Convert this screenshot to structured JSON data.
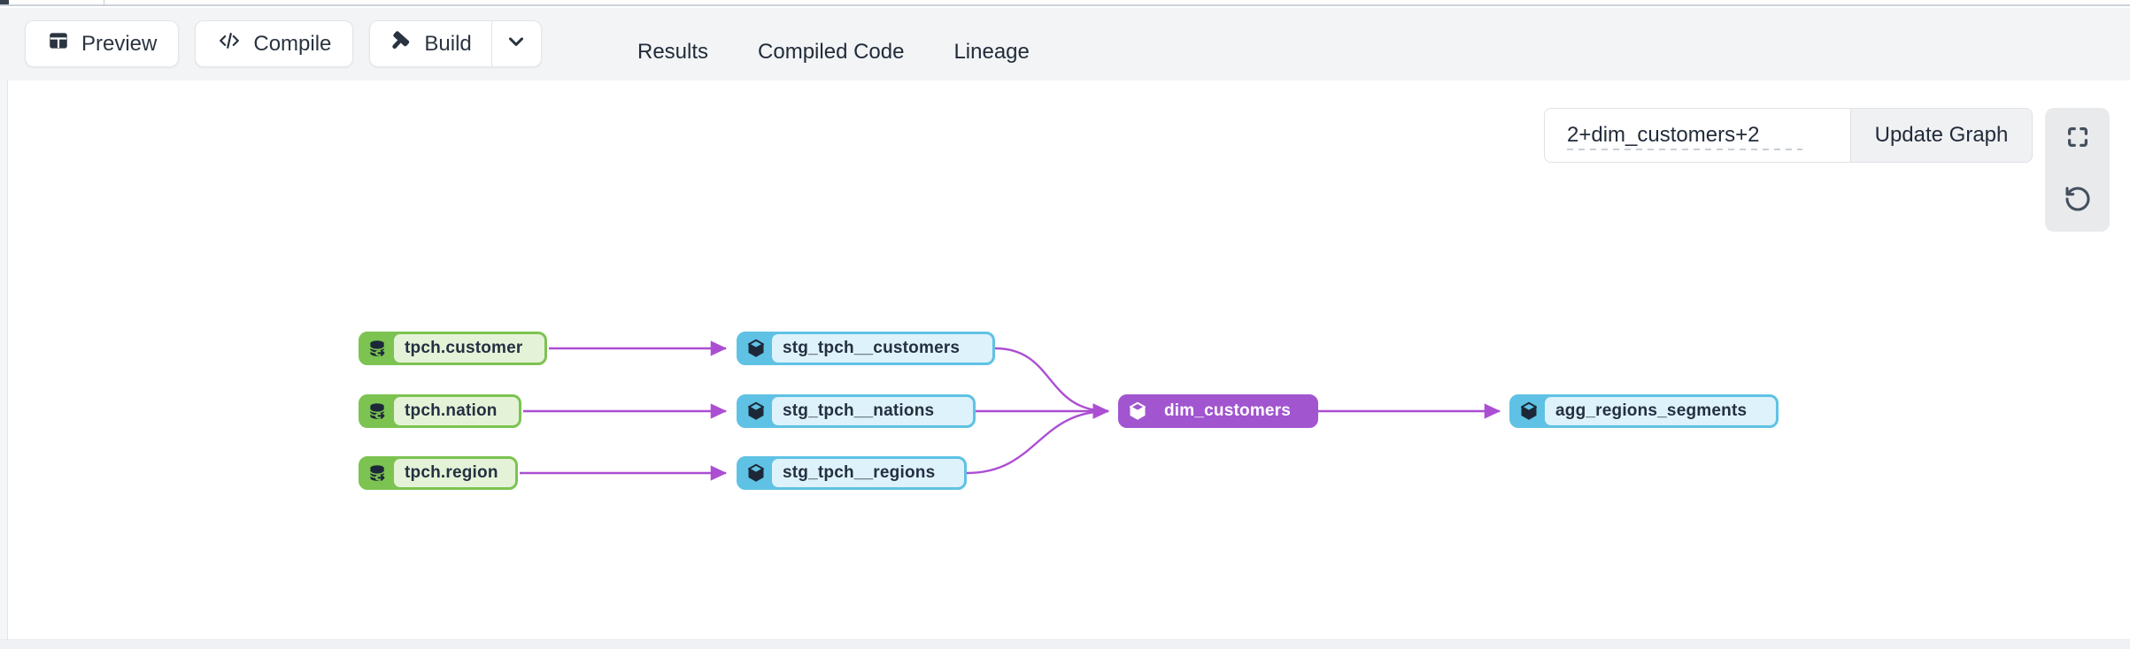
{
  "toolbar": {
    "preview_label": "Preview",
    "compile_label": "Compile",
    "build_label": "Build"
  },
  "tabs": [
    {
      "label": "Results",
      "active": false
    },
    {
      "label": "Compiled Code",
      "active": false
    },
    {
      "label": "Lineage",
      "active": true
    }
  ],
  "lineage_controls": {
    "selector_value": "2+dim_customers+2",
    "update_button_label": "Update Graph"
  },
  "graph": {
    "nodes": [
      {
        "label": "tpch.customer",
        "type": "source",
        "icon": "database-icon"
      },
      {
        "label": "tpch.nation",
        "type": "source",
        "icon": "database-icon"
      },
      {
        "label": "tpch.region",
        "type": "source",
        "icon": "database-icon"
      },
      {
        "label": "stg_tpch__customers",
        "type": "model",
        "icon": "cube-icon"
      },
      {
        "label": "stg_tpch__nations",
        "type": "model",
        "icon": "cube-icon"
      },
      {
        "label": "stg_tpch__regions",
        "type": "model",
        "icon": "cube-icon"
      },
      {
        "label": "dim_customers",
        "type": "model-selected",
        "icon": "cube-icon"
      },
      {
        "label": "agg_regions_segments",
        "type": "model",
        "icon": "cube-icon"
      }
    ],
    "edges": [
      {
        "from": "tpch.customer",
        "to": "stg_tpch__customers"
      },
      {
        "from": "tpch.nation",
        "to": "stg_tpch__nations"
      },
      {
        "from": "tpch.region",
        "to": "stg_tpch__regions"
      },
      {
        "from": "stg_tpch__customers",
        "to": "dim_customers"
      },
      {
        "from": "stg_tpch__nations",
        "to": "dim_customers"
      },
      {
        "from": "stg_tpch__regions",
        "to": "dim_customers"
      },
      {
        "from": "dim_customers",
        "to": "agg_regions_segments"
      }
    ]
  },
  "colors": {
    "toolbar_bg": "#f3f4f6",
    "ui_text": "#2a3441",
    "active_tab_underline": "#9aa0ab",
    "source_border": "#7cc351",
    "source_bg": "#e4f3d8",
    "model_border": "#5fc2e4",
    "model_bg": "#def2fb",
    "selected_node": "#a155cf",
    "edge": "#ac4ed2",
    "node_text": "#243041"
  }
}
